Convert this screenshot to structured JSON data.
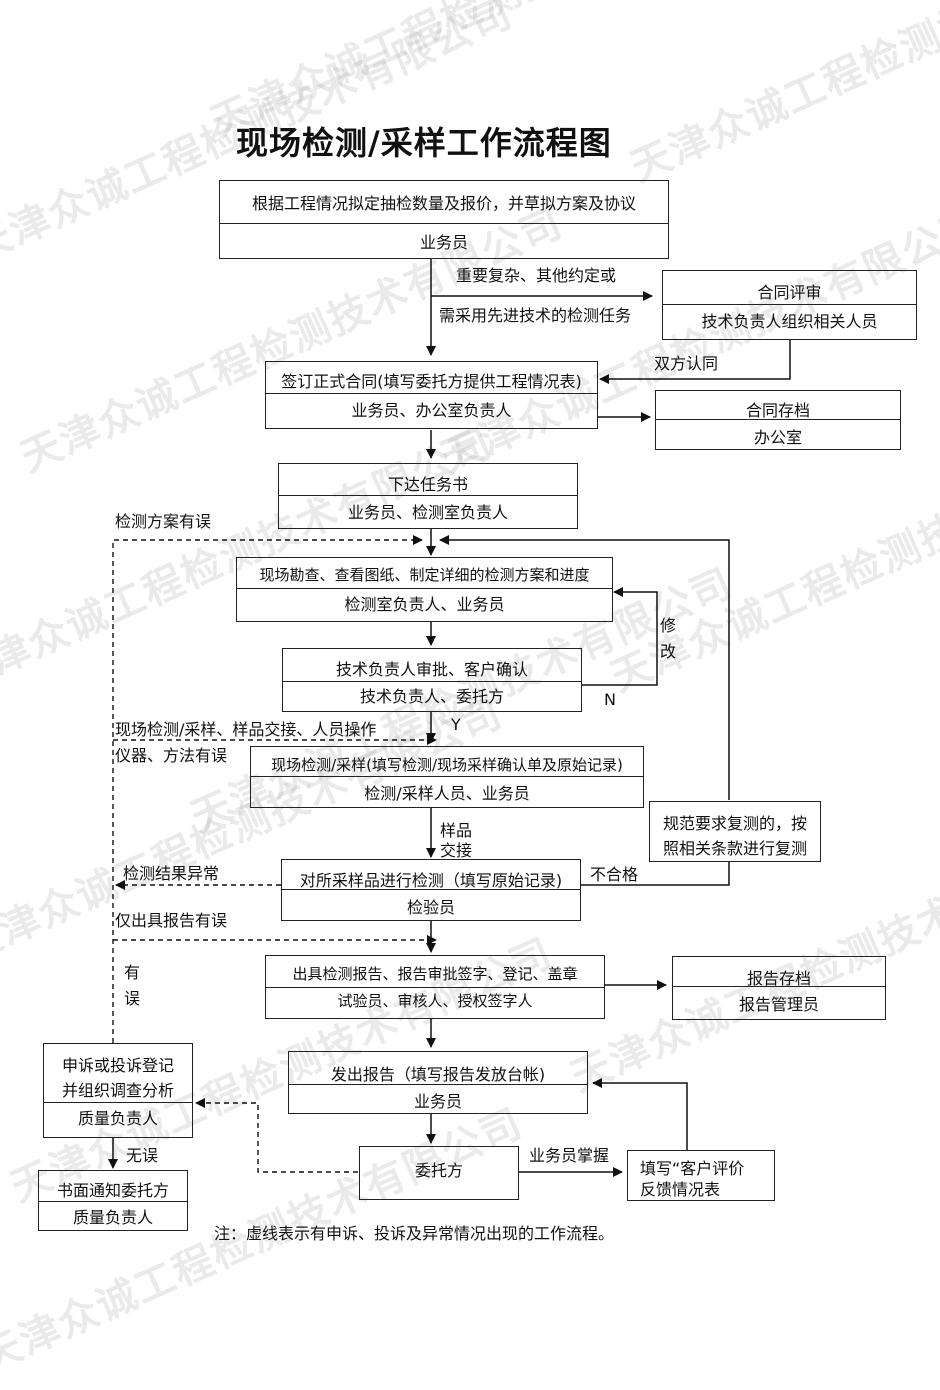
{
  "title": "现场检测/采样工作流程图",
  "watermark": "天津众诚工程检测技术有限公司",
  "boxes": {
    "quote": {
      "main": "根据工程情况拟定抽检数量及报价，并草拟方案及协议",
      "role": "业务员"
    },
    "contract_review": {
      "main": "合同评审",
      "role": "技术负责人组织相关人员"
    },
    "sign_contract": {
      "main": "签订正式合同(填写委托方提供工程情况表)",
      "role": "业务员、办公室负责人"
    },
    "archive_contract": {
      "main": "合同存档",
      "role": "办公室"
    },
    "task": {
      "main": "下达任务书",
      "role": "业务员、检测室负责人"
    },
    "survey": {
      "main": "现场勘查、查看图纸、制定详细的检测方案和进度",
      "role": "检测室负责人、业务员"
    },
    "approval": {
      "main": "技术负责人审批、客户确认",
      "role": "技术负责人、委托方"
    },
    "onsite": {
      "main": "现场检测/采样(填写检测/现场采样确认单及原始记录)",
      "role": "检测/采样人员、业务员"
    },
    "retest": {
      "line1": "规范要求复测的，按",
      "line2": "照相关条款进行复测"
    },
    "lab_test": {
      "main": "对所采样品进行检测（填写原始记录)",
      "role": "检验员"
    },
    "report": {
      "main": "出具检测报告、报告审批签字、登记、盖章",
      "role": "试验员、审核人、授权签字人"
    },
    "report_archive": {
      "main": "报告存档",
      "role": "报告管理员"
    },
    "issue": {
      "main": "发出报告（填写报告发放台帐)",
      "role": "业务员"
    },
    "complaint": {
      "line1": "申诉或投诉登记",
      "line2": "并组织调查分析",
      "role": "质量负责人"
    },
    "notify": {
      "main": "书面通知委托方",
      "role": "质量负责人"
    },
    "client": {
      "main": "委托方"
    },
    "feedback": {
      "line1": "填写“客户评价",
      "line2": "反馈情况表"
    }
  },
  "labels": {
    "complex_1": "重要复杂、其他约定或",
    "complex_2": "需采用先进技术的检测任务",
    "both_agree": "双方认同",
    "plan_error": "检测方案有误",
    "modify_1": "修",
    "modify_2": "改",
    "no": "N",
    "yes": "Y",
    "onsite_error_1": "现场检测/采样、样品交接、人员操作",
    "onsite_error_2": "仪器、方法有误",
    "sample_1": "样品",
    "sample_2": "交接",
    "result_abnormal": "检测结果异常",
    "unqualified": "不合格",
    "report_error": "仅出具报告有误",
    "has_1": "有",
    "has_2": "误",
    "no_error": "无误",
    "sales_grasp": "业务员掌握"
  },
  "note": "注：虚线表示有申诉、投诉及异常情况出现的工作流程。"
}
